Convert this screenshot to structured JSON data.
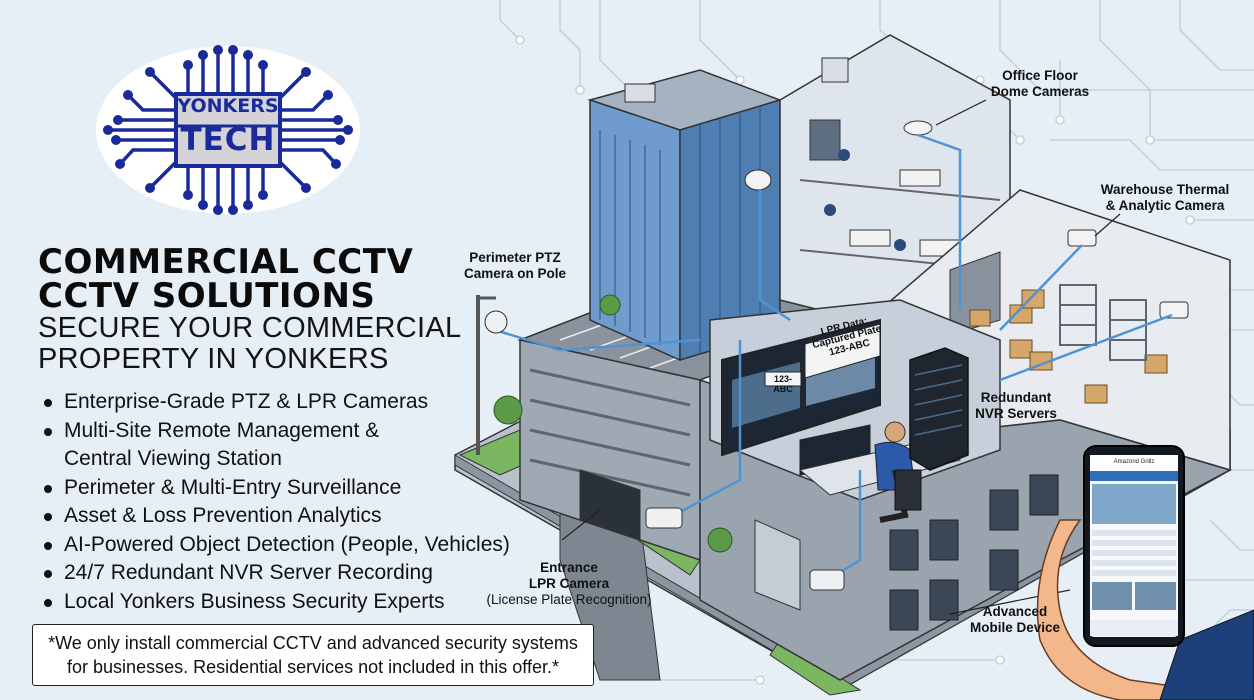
{
  "brand": {
    "logo_top": "YONKERS",
    "logo_bottom": "TECH",
    "colors": {
      "navy": "#1a2a9a",
      "logo_bg": "#d4d4d8",
      "headline": "#0b0b0b",
      "accent_blue": "#3b82c4"
    }
  },
  "headline": {
    "line1": "COMMERCIAL CCTV",
    "line2": "CCTV SOLUTIONS",
    "sub1": "SECURE YOUR COMMERCIAL",
    "sub2": "PROPERTY IN YONKERS"
  },
  "features": [
    "Enterprise-Grade PTZ & LPR Cameras",
    "Multi-Site Remote Management &",
    "Central Viewing Station",
    "Perimeter & Multi-Entry Surveillance",
    "Asset & Loss Prevention Analytics",
    "AI-Powered Object Detection (People, Vehicles)",
    "24/7 Redundant NVR Server Recording",
    "Local Yonkers Business Security Experts"
  ],
  "disclaimer": {
    "line1": "*We only install commercial CCTV and advanced security systems",
    "line2": "for businesses. Residential services not included in this offer.*"
  },
  "callouts": {
    "office": {
      "l1": "Office Floor",
      "l2": "Dome Cameras"
    },
    "warehouse": {
      "l1": "Warehouse Thermal",
      "l2": "& Analytic Camera"
    },
    "ptz": {
      "l1": "Perimeter PTZ",
      "l2": "Camera on Pole"
    },
    "nvr": {
      "l1": "Redundant",
      "l2": "NVR Servers"
    },
    "entrance": {
      "l1": "Entrance",
      "l2": "LPR Camera",
      "l3": "(License Plate Recognition)"
    },
    "mobile": {
      "l1": "Advanced",
      "l2": "Mobile Device"
    }
  },
  "monitor": {
    "lpr_l1": "LPR Data:",
    "lpr_l2": "Captured Plate",
    "lpr_l3": "123-ABC",
    "plate": "123-ABC"
  },
  "phone": {
    "title": "Amazond Grillz"
  }
}
